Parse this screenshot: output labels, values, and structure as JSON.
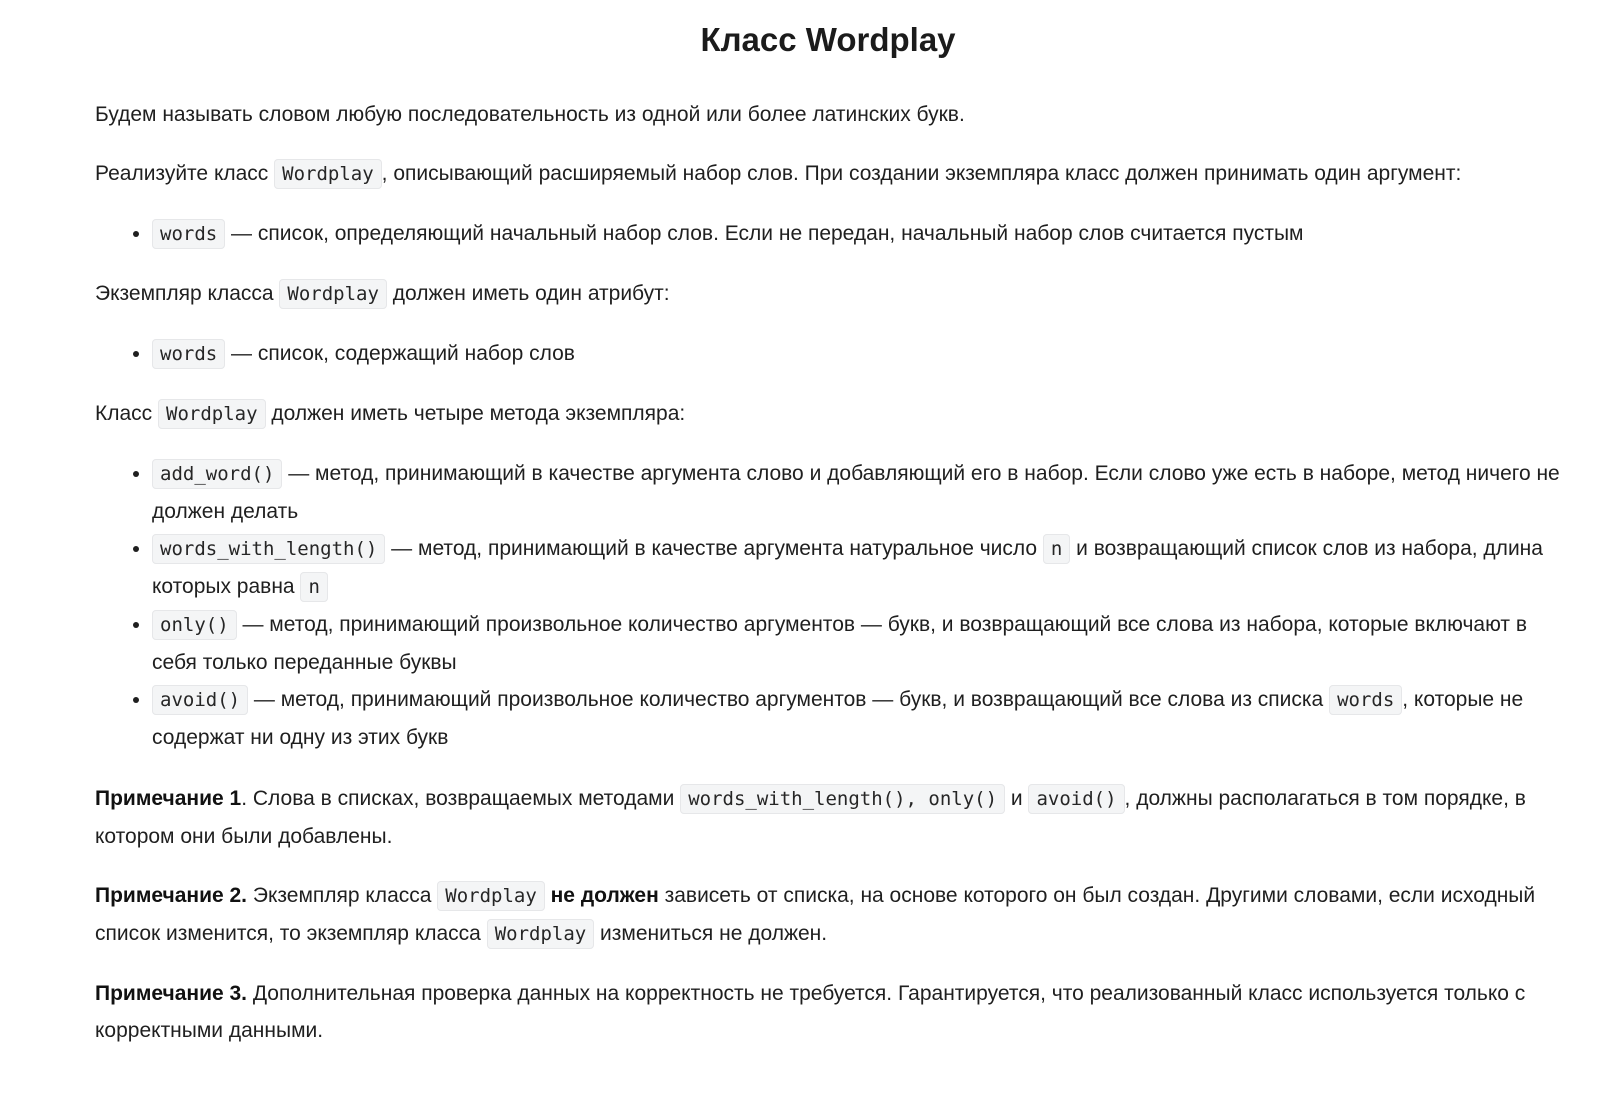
{
  "title": "Класс Wordplay",
  "intro": "Будем называть словом любую последовательность из одной или более латинских букв.",
  "impl": {
    "pre": "Реализуйте класс ",
    "code": "Wordplay",
    "post": ", описывающий расширяемый набор слов. При создании экземпляра класс должен принимать один аргумент:"
  },
  "args": [
    {
      "code": "words",
      "text": " — список, определяющий начальный набор слов. Если не передан, начальный набор слов считается пустым"
    }
  ],
  "attr_intro": {
    "pre": "Экземпляр класса ",
    "code": "Wordplay",
    "post": " должен иметь один атрибут:"
  },
  "attrs": [
    {
      "code": "words",
      "text": " — список, содержащий набор слов"
    }
  ],
  "methods_intro": {
    "pre": "Класс ",
    "code": "Wordplay",
    "post": " должен иметь четыре метода экземпляра:"
  },
  "methods": {
    "add_word": {
      "code": "add_word()",
      "text": " — метод, принимающий в качестве аргумента слово и добавляющий его в набор. Если слово уже есть в наборе, метод ничего не должен делать"
    },
    "words_with_length": {
      "code": "words_with_length()",
      "text1": " — метод, принимающий в качестве аргумента натуральное число ",
      "code2": "n",
      "text2": " и возвращающий список слов из набора, длина которых равна ",
      "code3": "n"
    },
    "only": {
      "code": "only()",
      "text": " — метод, принимающий произвольное количество аргументов — букв, и возвращающий все слова из набора, которые включают в себя только переданные буквы"
    },
    "avoid": {
      "code": "avoid()",
      "text1": " — метод, принимающий произвольное количество аргументов — букв, и возвращающий все слова из списка ",
      "code2": "words",
      "text2": ", которые не содержат ни одну из этих букв"
    }
  },
  "note1": {
    "label": "Примечание 1",
    "pre": ". Слова в списках, возвращаемых методами ",
    "code1": "words_with_length(), only()",
    "mid": " и ",
    "code2": "avoid()",
    "post": ", должны располагаться в том порядке, в котором они были добавлены."
  },
  "note2": {
    "label": "Примечание 2.",
    "pre": " Экземпляр класса ",
    "code1": "Wordplay",
    "bold": " не должен",
    "mid": " зависеть от списка, на основе которого он был создан. Другими словами, если исходный список изменится, то экземпляр класса ",
    "code2": "Wordplay",
    "post": " измениться не должен."
  },
  "note3": {
    "label": "Примечание 3.",
    "text": " Дополнительная проверка данных на корректность не требуется. Гарантируется, что реализованный класс используется только с корректными данными."
  }
}
